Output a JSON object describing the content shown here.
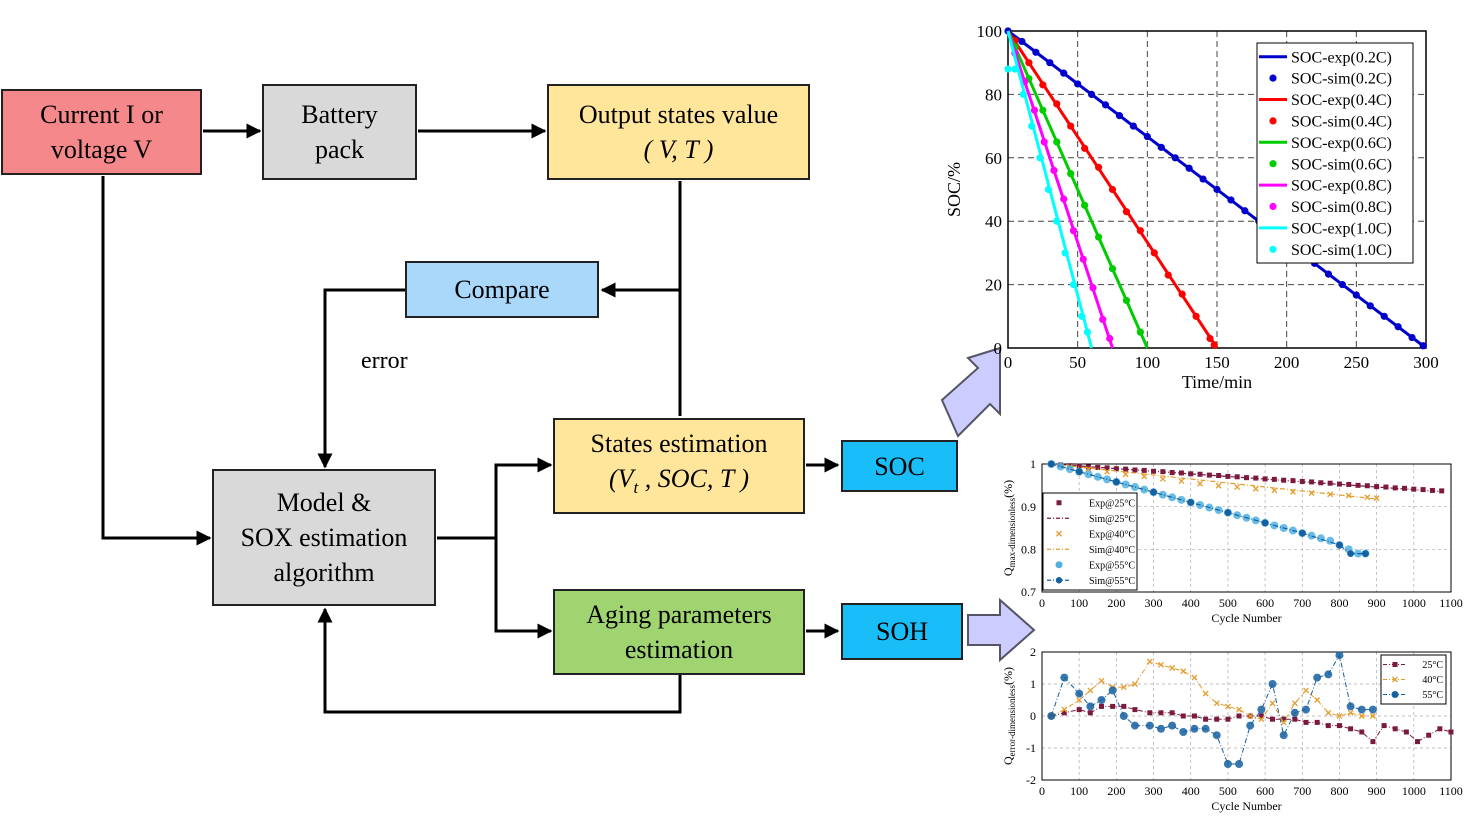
{
  "blocks": {
    "input": [
      "Current I or",
      "voltage V"
    ],
    "battery": [
      "Battery",
      "pack"
    ],
    "output": {
      "title": "Output states value",
      "vars": "( V, T )"
    },
    "compare": "Compare",
    "error": "error",
    "model": [
      "Model &",
      "SOX estimation",
      "algorithm"
    ],
    "states": {
      "title": "States estimation",
      "open": "(",
      "v": "V",
      "sub": "t",
      "rest": " , SOC, T )"
    },
    "aging": [
      "Aging parameters",
      "estimation"
    ],
    "soc": "SOC",
    "soh": "SOH"
  },
  "colors": {
    "input": "#f4888a",
    "gray": "#d9d9d9",
    "yellow": "#ffe69a",
    "blue": "#a9d8fb",
    "green": "#9fd470",
    "cyan": "#19bdf7",
    "arrow_fill": "#ccccff"
  },
  "chart_data": [
    {
      "type": "line",
      "title": "",
      "xlabel": "Time/min",
      "ylabel": "SOC/%",
      "xlim": [
        0,
        300
      ],
      "ylim": [
        0,
        100
      ],
      "xticks": [
        "0",
        "50",
        "100",
        "150",
        "200",
        "250",
        "300"
      ],
      "yticks": [
        "0",
        "20",
        "40",
        "60",
        "80",
        "100"
      ],
      "grid": true,
      "legend": "top-right",
      "series": [
        {
          "name": "SOC-exp(0.2C)",
          "color": "#0000cc",
          "style": "line",
          "x": [
            0,
            300
          ],
          "y": [
            100,
            0
          ]
        },
        {
          "name": "SOC-sim(0.2C)",
          "color": "#0000cc",
          "style": "dots",
          "x": [
            0,
            10,
            20,
            30,
            40,
            50,
            60,
            70,
            80,
            90,
            100,
            110,
            120,
            130,
            140,
            150,
            160,
            170,
            180,
            190,
            200,
            210,
            220,
            230,
            240,
            250,
            260,
            270,
            280,
            290,
            298
          ],
          "y": [
            100,
            96.7,
            93.3,
            90,
            86.7,
            83.3,
            80,
            76.7,
            73.3,
            70,
            66.7,
            63.3,
            60,
            56.7,
            53.3,
            50,
            46.7,
            43.3,
            40,
            36.7,
            33.3,
            30,
            26.7,
            23.3,
            20,
            16.7,
            13.3,
            10,
            6.7,
            3.3,
            0.7
          ]
        },
        {
          "name": "SOC-exp(0.4C)",
          "color": "#ff0000",
          "style": "line",
          "x": [
            0,
            150
          ],
          "y": [
            100,
            0
          ]
        },
        {
          "name": "SOC-sim(0.4C)",
          "color": "#ff0000",
          "style": "dots",
          "x": [
            5,
            15,
            25,
            35,
            45,
            55,
            65,
            75,
            85,
            95,
            105,
            115,
            125,
            135,
            145,
            148
          ],
          "y": [
            97,
            90,
            83,
            77,
            70,
            63,
            57,
            50,
            43,
            37,
            30,
            23,
            17,
            10,
            3,
            1
          ]
        },
        {
          "name": "SOC-exp(0.6C)",
          "color": "#00cc00",
          "style": "line",
          "x": [
            0,
            100
          ],
          "y": [
            100,
            0
          ]
        },
        {
          "name": "SOC-sim(0.6C)",
          "color": "#00cc00",
          "style": "dots",
          "x": [
            5,
            15,
            25,
            35,
            45,
            55,
            65,
            75,
            85,
            95
          ],
          "y": [
            95,
            85,
            75,
            65,
            55,
            45,
            35,
            25,
            15,
            5
          ]
        },
        {
          "name": "SOC-exp(0.8C)",
          "color": "#ff00ff",
          "style": "line",
          "x": [
            0,
            75
          ],
          "y": [
            100,
            0
          ]
        },
        {
          "name": "SOC-sim(0.8C)",
          "color": "#ff00ff",
          "style": "dots",
          "x": [
            5,
            12,
            19,
            26,
            33,
            40,
            47,
            54,
            61,
            68,
            73
          ],
          "y": [
            93,
            84,
            75,
            65,
            56,
            47,
            37,
            28,
            19,
            9,
            3
          ]
        },
        {
          "name": "SOC-exp(1.0C)",
          "color": "#00ffff",
          "style": "line",
          "x": [
            0,
            60
          ],
          "y": [
            100,
            0
          ]
        },
        {
          "name": "SOC-sim(1.0C)",
          "color": "#00ffff",
          "style": "dots",
          "x": [
            0,
            5,
            11,
            17,
            23,
            29,
            35,
            41,
            47,
            53,
            57
          ],
          "y": [
            88,
            88,
            80,
            70,
            60,
            50,
            40,
            30,
            20,
            10,
            5
          ]
        }
      ]
    },
    {
      "type": "line",
      "title": "",
      "xlabel": "Cycle Number",
      "ylabel": "Q",
      "ylabel_sub": "max-dimensionless",
      "ylabel_unit": "(%)",
      "xlim": [
        0,
        1100
      ],
      "ylim": [
        0.7,
        1
      ],
      "xticks": [
        "0",
        "100",
        "200",
        "300",
        "400",
        "500",
        "600",
        "700",
        "800",
        "900",
        "1000",
        "1100"
      ],
      "yticks": [
        "0.7",
        "0.8",
        "0.9",
        "1"
      ],
      "grid": true,
      "legend": "bottom-left",
      "series": [
        {
          "name": "Exp@25°C",
          "color": "#7b1a3e",
          "marker": "square",
          "x": [
            25,
            50,
            75,
            100,
            125,
            150,
            175,
            200,
            225,
            250,
            275,
            300,
            325,
            350,
            375,
            400,
            425,
            450,
            475,
            500,
            525,
            550,
            575,
            600,
            625,
            650,
            675,
            700,
            725,
            750,
            775,
            800,
            825,
            850,
            875,
            900,
            925,
            950,
            975,
            1000,
            1025,
            1050,
            1075
          ],
          "y": [
            1,
            0.998,
            0.996,
            0.995,
            0.993,
            0.992,
            0.991,
            0.989,
            0.988,
            0.986,
            0.985,
            0.983,
            0.982,
            0.98,
            0.979,
            0.977,
            0.976,
            0.974,
            0.973,
            0.971,
            0.97,
            0.968,
            0.967,
            0.965,
            0.964,
            0.962,
            0.961,
            0.959,
            0.958,
            0.956,
            0.955,
            0.953,
            0.952,
            0.95,
            0.949,
            0.947,
            0.946,
            0.944,
            0.943,
            0.941,
            0.94,
            0.938,
            0.937
          ]
        },
        {
          "name": "Sim@25°C",
          "color": "#7b1a3e",
          "marker": "dashdot",
          "x": [
            25,
            1080
          ],
          "y": [
            1,
            0.935
          ]
        },
        {
          "name": "Exp@40°C",
          "color": "#e69c2b",
          "marker": "cross",
          "x": [
            25,
            75,
            125,
            175,
            225,
            275,
            325,
            375,
            425,
            475,
            525,
            575,
            625,
            675,
            725,
            775,
            825,
            875,
            900
          ],
          "y": [
            1,
            0.993,
            0.988,
            0.982,
            0.976,
            0.971,
            0.965,
            0.96,
            0.954,
            0.949,
            0.946,
            0.942,
            0.938,
            0.935,
            0.932,
            0.929,
            0.926,
            0.922,
            0.92
          ]
        },
        {
          "name": "Sim@40°C",
          "color": "#e69c2b",
          "marker": "dashdot",
          "x": [
            25,
            900
          ],
          "y": [
            1,
            0.918
          ]
        },
        {
          "name": "Exp@55°C",
          "color": "#4fb0e0",
          "marker": "circle",
          "x": [
            25,
            50,
            75,
            100,
            125,
            150,
            175,
            200,
            225,
            250,
            275,
            300,
            325,
            350,
            375,
            400,
            425,
            450,
            475,
            500,
            525,
            550,
            575,
            600,
            625,
            650,
            675,
            700,
            725,
            750,
            775,
            800,
            825,
            850,
            870
          ],
          "y": [
            1,
            0.994,
            0.988,
            0.982,
            0.976,
            0.97,
            0.964,
            0.958,
            0.952,
            0.946,
            0.94,
            0.934,
            0.928,
            0.922,
            0.916,
            0.91,
            0.904,
            0.898,
            0.892,
            0.886,
            0.88,
            0.874,
            0.868,
            0.862,
            0.856,
            0.85,
            0.844,
            0.838,
            0.832,
            0.826,
            0.82,
            0.81,
            0.8,
            0.79,
            0.79
          ]
        },
        {
          "name": "Sim@55°C",
          "color": "#1560a0",
          "marker": "dashdot-circle",
          "x": [
            25,
            100,
            200,
            300,
            400,
            500,
            600,
            700,
            800,
            830,
            870
          ],
          "y": [
            1,
            0.982,
            0.958,
            0.934,
            0.91,
            0.886,
            0.862,
            0.838,
            0.81,
            0.79,
            0.79
          ]
        }
      ]
    },
    {
      "type": "line",
      "title": "",
      "xlabel": "Cycle Number",
      "ylabel": "Q",
      "ylabel_sub": "error-dimensionless",
      "ylabel_unit": "(%)",
      "xlim": [
        0,
        1100
      ],
      "ylim": [
        -2,
        2
      ],
      "xticks": [
        "0",
        "100",
        "200",
        "300",
        "400",
        "500",
        "600",
        "700",
        "800",
        "900",
        "1000",
        "1100"
      ],
      "yticks": [
        "-2",
        "-1",
        "0",
        "1",
        "2"
      ],
      "grid": true,
      "legend": "top-right",
      "series": [
        {
          "name": "25°C",
          "color": "#7b1a3e",
          "marker": "square",
          "x": [
            25,
            60,
            100,
            130,
            160,
            190,
            220,
            250,
            290,
            320,
            350,
            380,
            410,
            440,
            470,
            500,
            530,
            560,
            590,
            620,
            650,
            680,
            710,
            740,
            770,
            800,
            830,
            860,
            890,
            920,
            950,
            980,
            1010,
            1040,
            1070,
            1100
          ],
          "y": [
            0,
            0.1,
            0.2,
            0.1,
            0.3,
            0.3,
            0.3,
            0.2,
            0.1,
            0.1,
            0.1,
            0,
            0,
            -0.1,
            -0.1,
            -0.1,
            0,
            0,
            0,
            -0.1,
            -0.1,
            -0.1,
            -0.2,
            -0.2,
            -0.3,
            -0.3,
            -0.4,
            -0.5,
            -0.8,
            -0.3,
            -0.4,
            -0.5,
            -0.8,
            -0.6,
            -0.4,
            -0.5
          ]
        },
        {
          "name": "40°C",
          "color": "#e69c2b",
          "marker": "cross",
          "x": [
            25,
            60,
            100,
            130,
            160,
            190,
            220,
            250,
            290,
            320,
            350,
            380,
            410,
            440,
            470,
            500,
            530,
            560,
            590,
            620,
            650,
            680,
            710,
            740,
            770,
            800,
            830,
            860,
            890
          ],
          "y": [
            0,
            0.2,
            0.5,
            0.8,
            1.1,
            0.9,
            0.9,
            1,
            1.7,
            1.6,
            1.5,
            1.4,
            1.2,
            0.7,
            0.4,
            0.3,
            0.2,
            0,
            -0.1,
            0.4,
            -0.2,
            0.4,
            0.8,
            0.5,
            0.1,
            0,
            0.1,
            0,
            0
          ]
        },
        {
          "name": "55°C",
          "color": "#1560a0",
          "marker": "circle",
          "x": [
            25,
            60,
            100,
            130,
            160,
            190,
            220,
            250,
            290,
            320,
            350,
            380,
            410,
            440,
            470,
            500,
            530,
            560,
            590,
            620,
            650,
            680,
            710,
            740,
            770,
            800,
            830,
            860,
            890
          ],
          "y": [
            0,
            1.2,
            0.7,
            0.3,
            0.5,
            0.8,
            0,
            -0.3,
            -0.3,
            -0.4,
            -0.3,
            -0.5,
            -0.4,
            -0.4,
            -0.6,
            -1.5,
            -1.5,
            -0.3,
            0.2,
            1,
            -0.6,
            0.1,
            0.2,
            1.2,
            1.3,
            1.9,
            0.3,
            0.2,
            0.2
          ]
        }
      ]
    }
  ]
}
